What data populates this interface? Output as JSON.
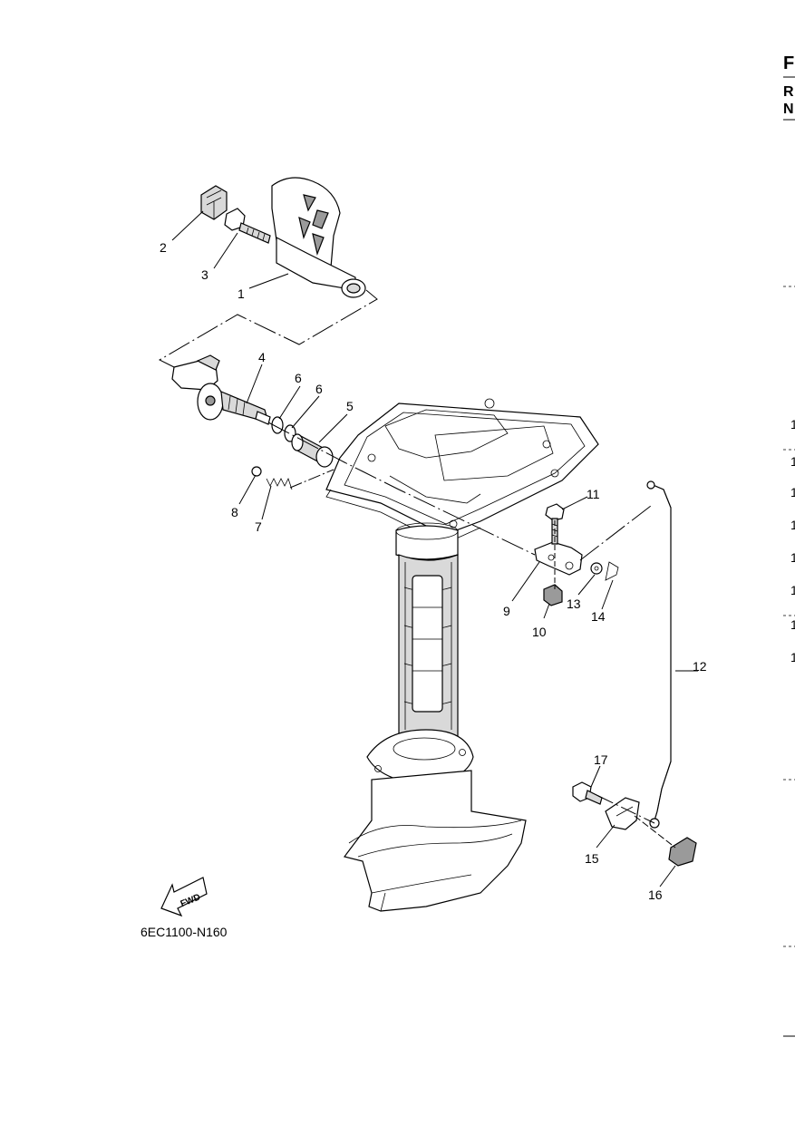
{
  "diagram": {
    "code_label": "6EC1100-N160",
    "fwd_label": "FWD",
    "callouts": [
      "1",
      "2",
      "3",
      "4",
      "5",
      "6",
      "6",
      "7",
      "8",
      "9",
      "10",
      "11",
      "12",
      "13",
      "14",
      "15",
      "16",
      "17"
    ]
  },
  "edge": {
    "header_letters": [
      "F",
      "R",
      "N"
    ],
    "numbers": [
      "1",
      "1",
      "1",
      "1",
      "1",
      "1",
      "1",
      "1"
    ]
  }
}
